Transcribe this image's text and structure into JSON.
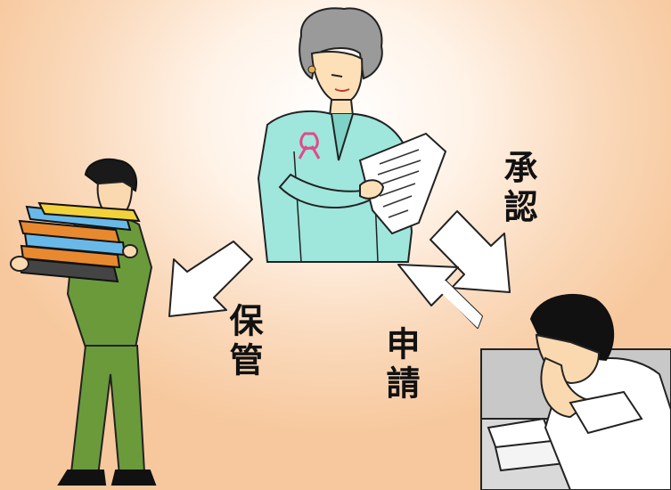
{
  "labels": {
    "approve": "承認",
    "store": "保管",
    "apply": "申請"
  },
  "figures": {
    "manager": "woman-reading-document",
    "clerk": "man-carrying-binders",
    "applicant": "man-at-desk"
  },
  "colors": {
    "background_center": "#ffffff",
    "background_edge": "#f7c89d",
    "arrow_fill": "#ffffff",
    "arrow_stroke": "#222222",
    "jacket_mint": "#9fe6dc",
    "suit_green": "#6b9a3b",
    "text": "#111111"
  }
}
